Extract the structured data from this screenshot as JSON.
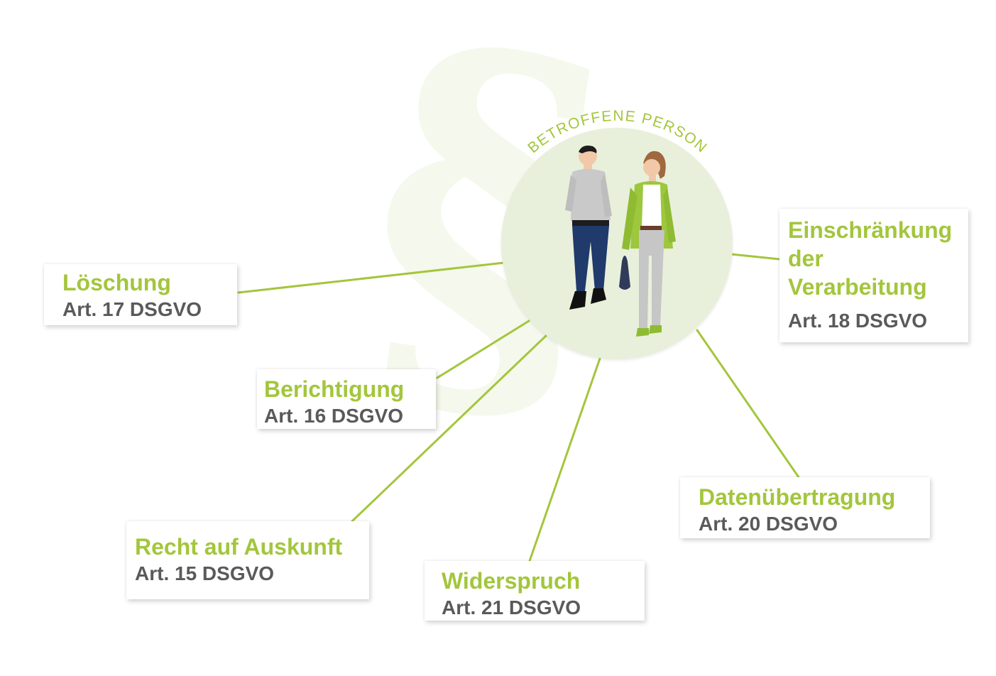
{
  "center": {
    "label": "BETROFFENE PERSON"
  },
  "cards": {
    "loeschung": {
      "title": "Löschung",
      "article": "Art. 17 DSGVO"
    },
    "berichtigung": {
      "title": "Berichtigung",
      "article": "Art. 16 DSGVO"
    },
    "auskunft": {
      "title": "Recht auf Auskunft",
      "article": "Art. 15 DSGVO"
    },
    "widerspruch": {
      "title": "Widerspruch",
      "article": "Art. 21 DSGVO"
    },
    "datenuebertragung": {
      "title": "Datenübertragung",
      "article": "Art. 20 DSGVO"
    },
    "einschraenkung": {
      "title_line1": "Einschränkung",
      "title_line2": "der",
      "title_line3": "Verarbeitung",
      "article": "Art. 18 DSGVO"
    }
  },
  "watermark": "§",
  "colors": {
    "accent": "#a3c63c",
    "article_text": "#5a5a5a",
    "circle": "#e8f0db",
    "watermark": "#f5f8ec"
  }
}
